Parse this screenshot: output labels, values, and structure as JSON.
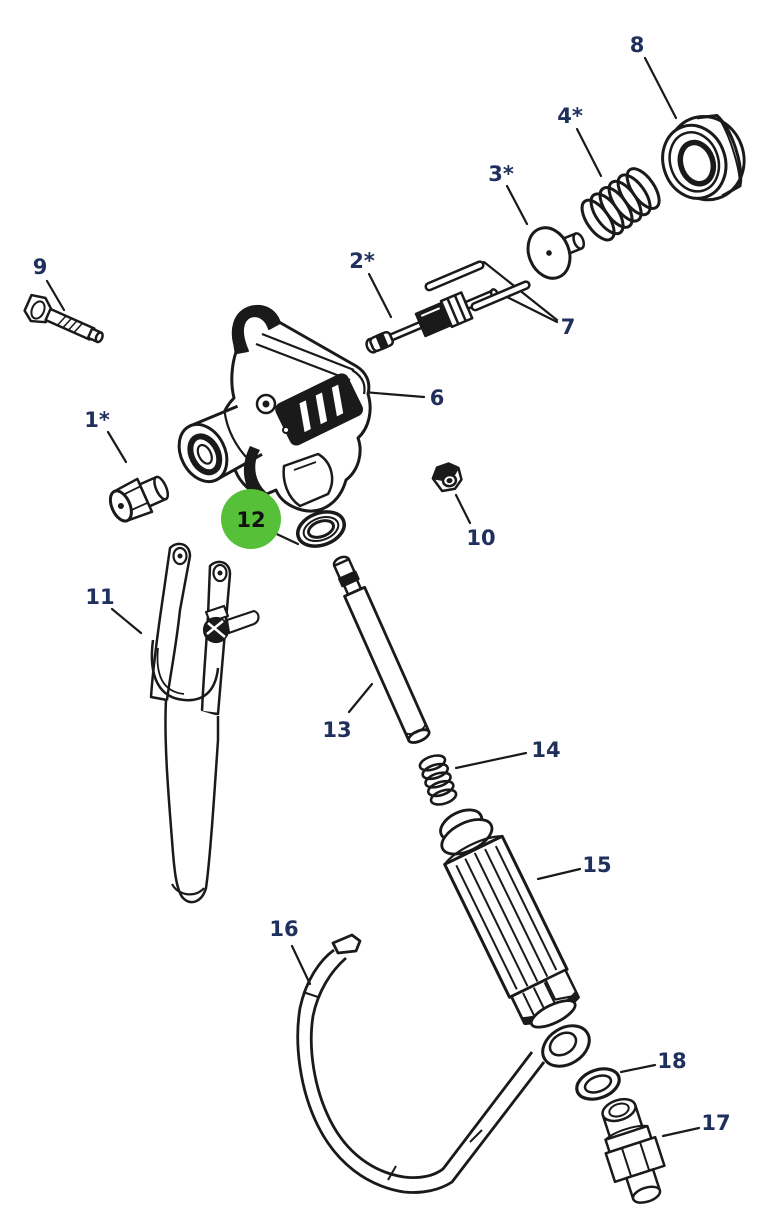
{
  "figure": {
    "type": "exploded-parts-diagram",
    "subject": "spray-gun-parts-drawing",
    "background": "#ffffff",
    "line_color": "#1a1a1a",
    "label_color": "#20305c",
    "highlight": {
      "shape": "circle",
      "color": "#55c038",
      "label": "12"
    },
    "callouts": [
      {
        "label": "1*"
      },
      {
        "label": "2*"
      },
      {
        "label": "3*"
      },
      {
        "label": "4*"
      },
      {
        "label": "6"
      },
      {
        "label": "7"
      },
      {
        "label": "8"
      },
      {
        "label": "9"
      },
      {
        "label": "10"
      },
      {
        "label": "11"
      },
      {
        "label": "12",
        "highlighted": true
      },
      {
        "label": "13"
      },
      {
        "label": "14"
      },
      {
        "label": "15"
      },
      {
        "label": "16"
      },
      {
        "label": "17"
      },
      {
        "label": "18"
      }
    ]
  }
}
